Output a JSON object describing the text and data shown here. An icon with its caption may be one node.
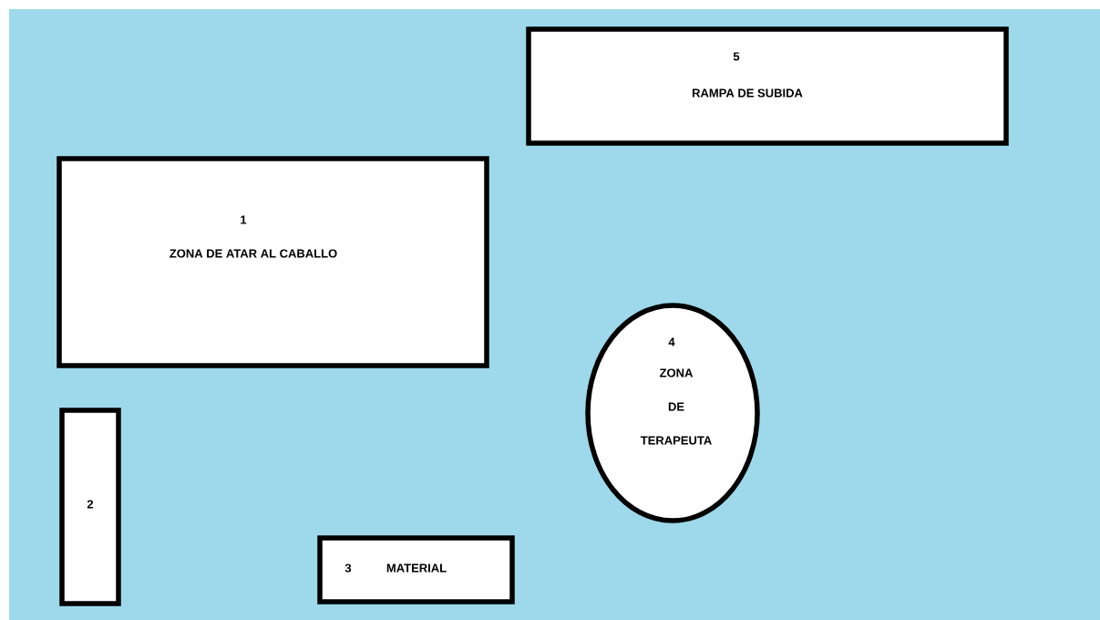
{
  "diagram": {
    "nodes": [
      {
        "text": [
          "5",
          "RAMPA DE SUBIDA"
        ]
      },
      {
        "text": [
          "1",
          "ZONA DE ATAR AL CABALLO"
        ]
      },
      {
        "text": [
          "4",
          "ZONA DE TERAPEUTA"
        ]
      },
      {
        "text": [
          "2"
        ]
      },
      {
        "text": [
          "3",
          "MATERIAL"
        ]
      }
    ]
  }
}
